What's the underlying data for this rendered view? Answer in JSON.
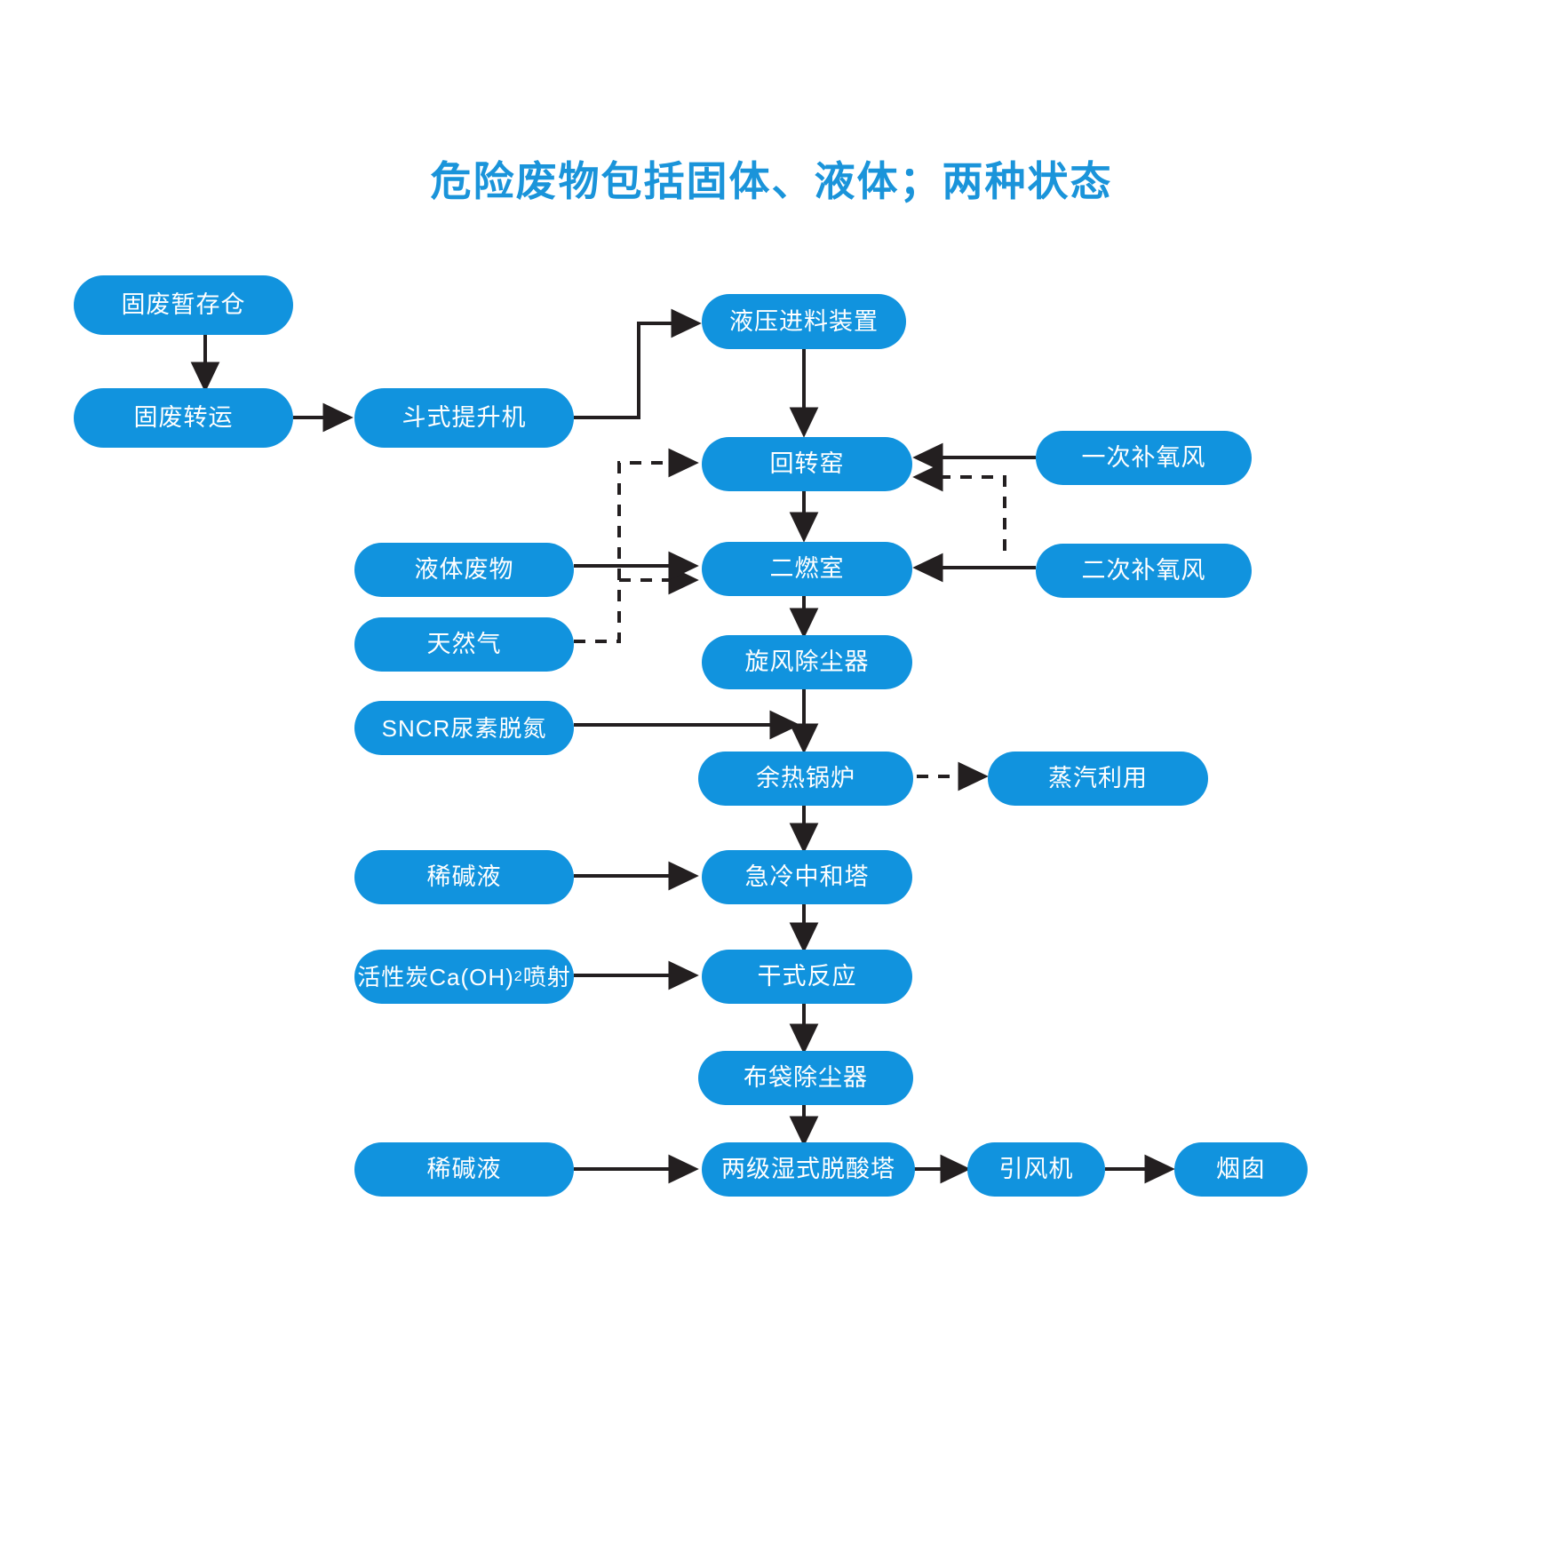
{
  "title": "危险废物包括固体、液体；两种状态",
  "colors": {
    "node_fill": "#1193de",
    "node_text": "#ffffff",
    "title_text": "#1a94da",
    "edge": "#231f20",
    "background": "#ffffff"
  },
  "nodes": {
    "solid_storage": "固废暂存仓",
    "solid_transfer": "固废转运",
    "bucket_elevator": "斗式提升机",
    "hydraulic_feeder": "液压进料装置",
    "rotary_kiln": "回转窑",
    "primary_oxygen_air": "一次补氧风",
    "liquid_waste": "液体废物",
    "second_combustion": "二燃室",
    "secondary_oxygen_air": "二次补氧风",
    "natural_gas": "天然气",
    "cyclone_dust": "旋风除尘器",
    "sncr_urea": "SNCR尿素脱氮",
    "waste_heat_boiler": "余热锅炉",
    "steam_use": "蒸汽利用",
    "dilute_alkali_1": "稀碱液",
    "quench_neutralize": "急冷中和塔",
    "carbon_lime_inject_pre": "活性炭Ca(OH)",
    "carbon_lime_inject_sub": "2",
    "carbon_lime_inject_post": "喷射",
    "dry_reaction": "干式反应",
    "bag_filter": "布袋除尘器",
    "dilute_alkali_2": "稀碱液",
    "two_stage_wet_scrubber": "两级湿式脱酸塔",
    "induced_draft_fan": "引风机",
    "chimney": "烟囱"
  },
  "edges": [
    {
      "from": "固废暂存仓",
      "to": "固废转运",
      "style": "solid"
    },
    {
      "from": "固废转运",
      "to": "斗式提升机",
      "style": "solid"
    },
    {
      "from": "斗式提升机",
      "to": "液压进料装置",
      "style": "solid"
    },
    {
      "from": "液压进料装置",
      "to": "回转窑",
      "style": "solid"
    },
    {
      "from": "一次补氧风",
      "to": "回转窑",
      "style": "solid"
    },
    {
      "from": "天然气",
      "to": "回转窑",
      "style": "dashed"
    },
    {
      "from": "二次补氧风",
      "to": "回转窑",
      "style": "dashed"
    },
    {
      "from": "回转窑",
      "to": "二燃室",
      "style": "solid"
    },
    {
      "from": "液体废物",
      "to": "二燃室",
      "style": "solid"
    },
    {
      "from": "天然气",
      "to": "二燃室",
      "style": "dashed"
    },
    {
      "from": "二次补氧风",
      "to": "二燃室",
      "style": "solid"
    },
    {
      "from": "二燃室",
      "to": "旋风除尘器",
      "style": "solid"
    },
    {
      "from": "旋风除尘器",
      "to": "余热锅炉",
      "style": "solid"
    },
    {
      "from": "SNCR尿素脱氮",
      "to": "余热锅炉",
      "style": "solid"
    },
    {
      "from": "余热锅炉",
      "to": "蒸汽利用",
      "style": "dashed"
    },
    {
      "from": "余热锅炉",
      "to": "急冷中和塔",
      "style": "solid"
    },
    {
      "from": "稀碱液",
      "to": "急冷中和塔",
      "style": "solid"
    },
    {
      "from": "急冷中和塔",
      "to": "干式反应",
      "style": "solid"
    },
    {
      "from": "活性炭Ca(OH)2喷射",
      "to": "干式反应",
      "style": "solid"
    },
    {
      "from": "干式反应",
      "to": "布袋除尘器",
      "style": "solid"
    },
    {
      "from": "布袋除尘器",
      "to": "两级湿式脱酸塔",
      "style": "solid"
    },
    {
      "from": "稀碱液",
      "to": "两级湿式脱酸塔",
      "style": "solid"
    },
    {
      "from": "两级湿式脱酸塔",
      "to": "引风机",
      "style": "solid"
    },
    {
      "from": "引风机",
      "to": "烟囱",
      "style": "solid"
    }
  ]
}
